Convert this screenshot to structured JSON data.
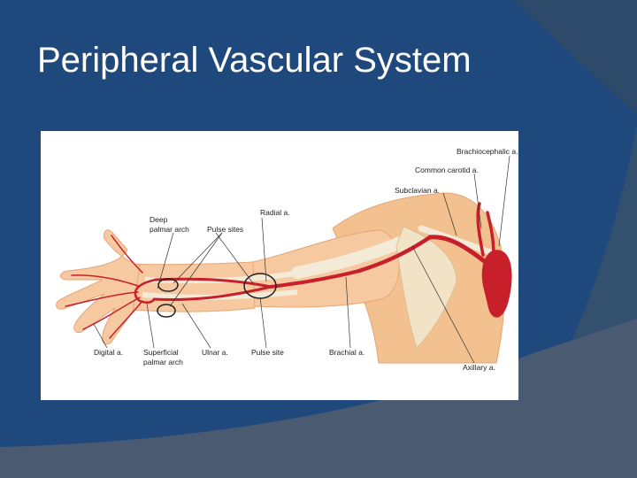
{
  "slide": {
    "title": "Peripheral Vascular System"
  },
  "colors": {
    "background": "#1f497d",
    "accent_dark": "#2e4a6b",
    "accent_gray": "#4a5a70",
    "artery": "#c8202a",
    "skin": "#f4c39a"
  },
  "figure": {
    "labels": {
      "brachiocephalic": "Brachiocephalic a.",
      "common_carotid": "Common carotid a.",
      "subclavian": "Subclavian a.",
      "radial": "Radial a.",
      "deep_palmar_1": "Deep",
      "deep_palmar_2": "palmar arch",
      "pulse_sites": "Pulse sites",
      "digital": "Digital a.",
      "superficial_palmar_1": "Superficial",
      "superficial_palmar_2": "palmar arch",
      "ulnar": "Ulnar a.",
      "pulse_site": "Pulse site",
      "brachial": "Brachial a.",
      "axillary": "Axillary a."
    }
  }
}
